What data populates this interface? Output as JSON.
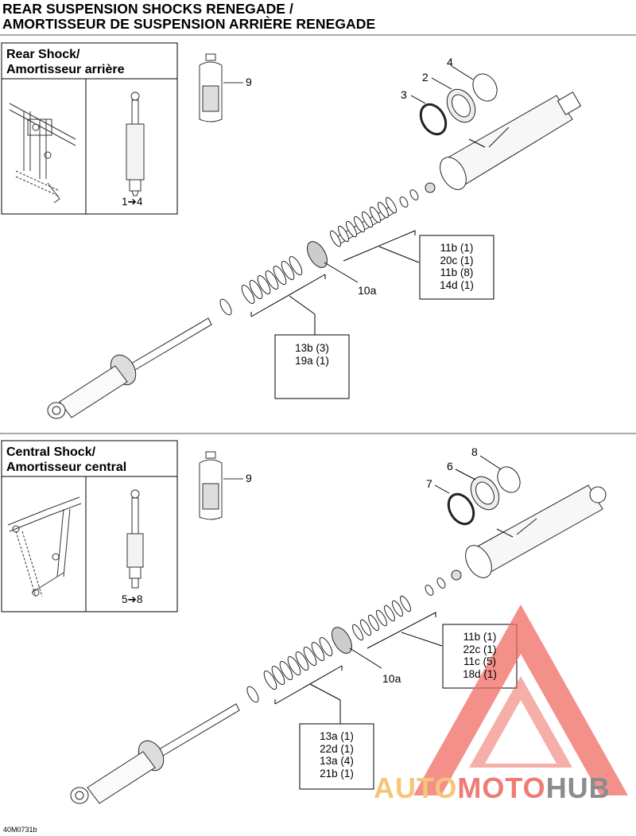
{
  "title": {
    "line1": "REAR SUSPENSION SHOCKS RENEGADE /",
    "line2": "AMORTISSEUR DE SUSPENSION ARRIÈRE RENEGADE"
  },
  "rear": {
    "inset_title_1": "Rear Shock/",
    "inset_title_2": "Amortisseur arrière",
    "range": "1➔4",
    "callouts": {
      "c2": "2",
      "c3": "3",
      "c4": "4",
      "c9": "9",
      "c10a": "10a"
    },
    "box_right": [
      "11b (1)",
      "20c (1)",
      "11b (8)",
      "14d (1)"
    ],
    "box_bottom": [
      "13b (3)",
      "19a (1)"
    ]
  },
  "central": {
    "inset_title_1": "Central Shock/",
    "inset_title_2": "Amortisseur central",
    "range": "5➔8",
    "callouts": {
      "c6": "6",
      "c7": "7",
      "c8": "8",
      "c9": "9",
      "c10a": "10a"
    },
    "box_right": [
      "11b (1)",
      "22c (1)",
      "11c (5)",
      "18d (1)"
    ],
    "box_bottom": [
      "13a (1)",
      "22d (1)",
      "13a (4)",
      "21b (1)"
    ]
  },
  "figure_code": "40M0731b",
  "watermark": {
    "part1": "AUTO",
    "part2": "MOTO",
    "part3": "HUB"
  },
  "colors": {
    "watermark_red": "#ef6b63",
    "watermark_orange": "#f7c57a",
    "watermark_gray": "#8c8c8c"
  }
}
